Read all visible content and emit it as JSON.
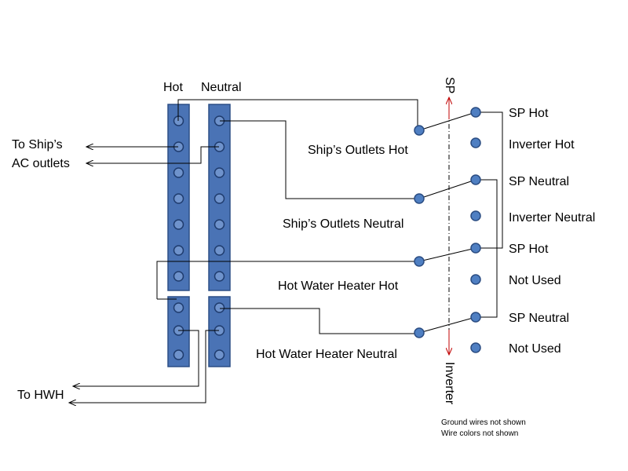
{
  "labels": {
    "hot": "Hot",
    "neutral": "Neutral",
    "to_ship_1": "To Ship’s",
    "to_ship_2": "AC outlets",
    "to_hwh": "To HWH",
    "ships_outlets_hot": "Ship’s Outlets Hot",
    "ships_outlets_neutral": "Ship’s Outlets Neutral",
    "hot_water_heater_hot": "Hot Water Heater  Hot",
    "hot_water_heater_neutral": "Hot Water Heater Neutral",
    "sp": "SP",
    "inverter": "Inverter",
    "note_ground": "Ground wires not shown",
    "note_colors": "Wire colors not shown"
  },
  "terminals": [
    "SP Hot",
    "Inverter Hot",
    "SP Neutral",
    "Inverter Neutral",
    "SP Hot",
    "Not Used",
    "SP Neutral",
    "Not Used"
  ],
  "colors": {
    "bus_bar": "#4a73b5",
    "terminal_dot": "#4f7fc2",
    "switch_axis": "#c00000"
  }
}
